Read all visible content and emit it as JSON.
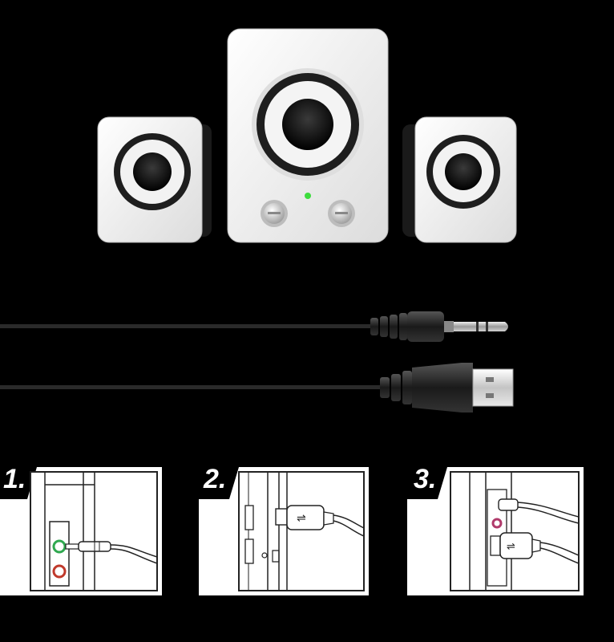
{
  "colors": {
    "background": "#000000",
    "speaker_body": "#f4f4f4",
    "speaker_side": "#1a1a1a",
    "driver_ring": "#222222",
    "power_led": "#3ddc3d",
    "cable": "#1c1c1c",
    "metal": "#c8c8c8",
    "jack_green": "#2fa84f",
    "jack_red": "#c0392b",
    "jack_pink": "#b03a6b"
  },
  "steps": [
    {
      "label": "1.",
      "illustration": "audio-jack-into-computer"
    },
    {
      "label": "2.",
      "illustration": "usb-into-computer"
    },
    {
      "label": "3.",
      "illustration": "audio-and-usb-into-computer"
    }
  ]
}
